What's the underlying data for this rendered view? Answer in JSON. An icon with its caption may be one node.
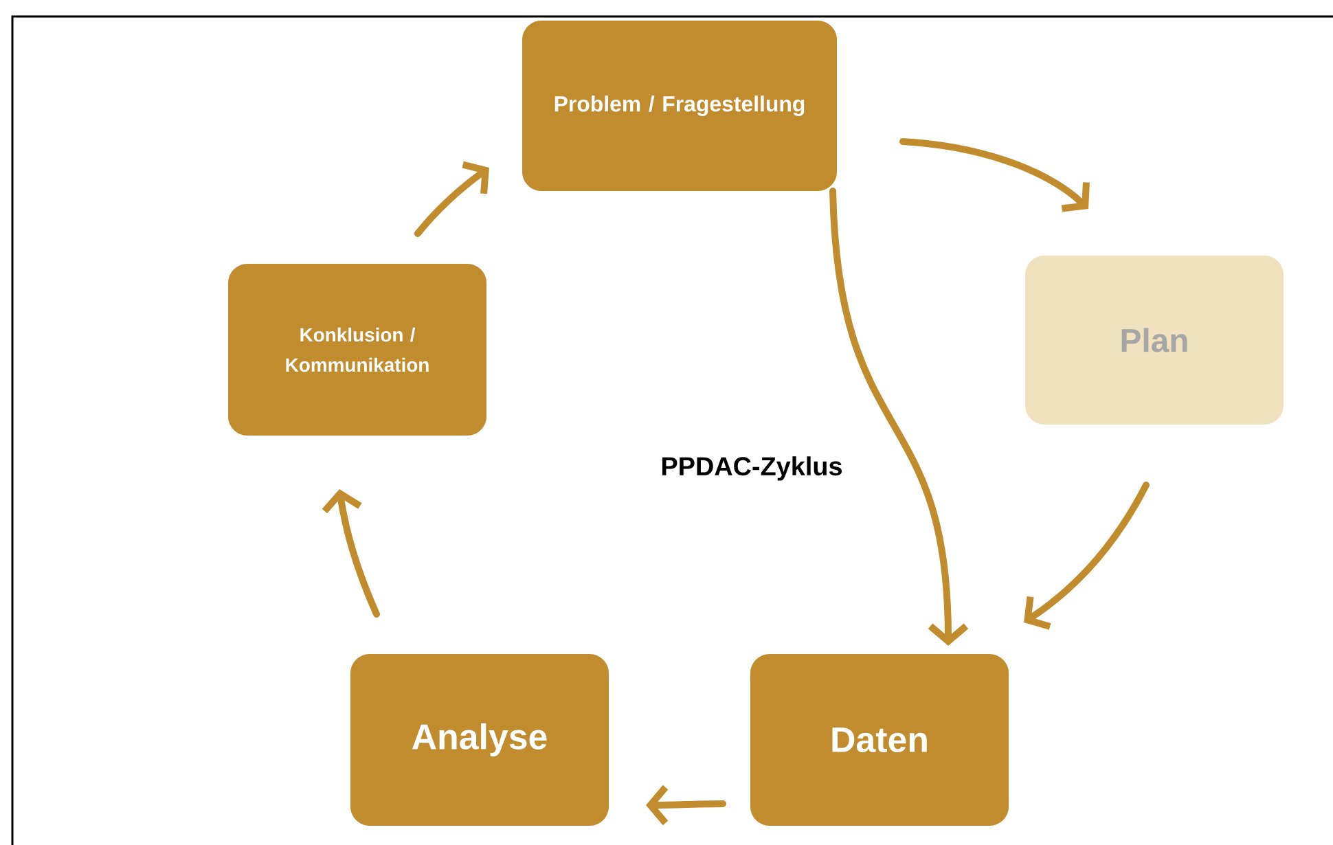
{
  "diagram": {
    "title": "PPDAC-Zyklus",
    "nodes": [
      {
        "text": [
          "Problem / Fragestellung"
        ]
      },
      {
        "text": [
          "Plan"
        ]
      },
      {
        "text": [
          "Daten"
        ]
      },
      {
        "text": [
          "Analyse"
        ]
      },
      {
        "text": [
          "Konklusion / Kommunikation"
        ]
      }
    ],
    "edges": [
      {
        "from": 0,
        "to": 1,
        "arrow": "to"
      },
      {
        "from": 0,
        "to": 2,
        "arrow": "to"
      },
      {
        "from": 1,
        "to": 2,
        "arrow": "to"
      },
      {
        "from": 2,
        "to": 3,
        "arrow": "to"
      },
      {
        "from": 3,
        "to": 4,
        "arrow": "to"
      },
      {
        "from": 4,
        "to": 0,
        "arrow": "to"
      }
    ]
  }
}
